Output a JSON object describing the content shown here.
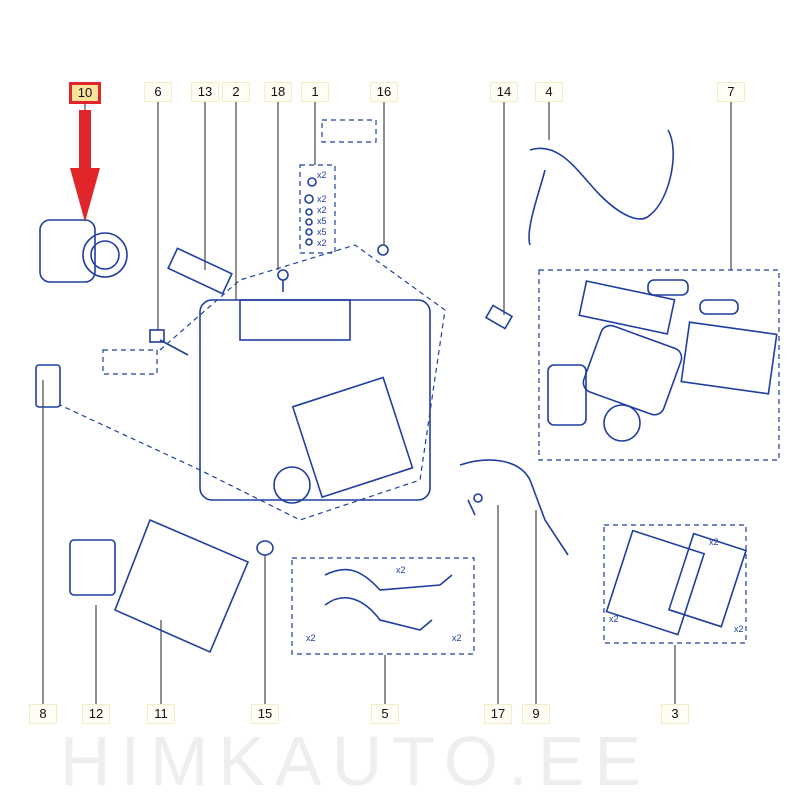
{
  "watermark": "HIMKAUTO.EE",
  "highlight_color": "#e0262b",
  "line_color": "#1f3fa0",
  "callouts_top": [
    "10",
    "6",
    "13",
    "2",
    "18",
    "1",
    "16",
    "14",
    "4",
    "7"
  ],
  "callouts_bottom": [
    "8",
    "12",
    "11",
    "15",
    "5",
    "17",
    "9",
    "3"
  ],
  "highlighted_part": "10",
  "kit_1_quantities": [
    "x2",
    "x2",
    "x2",
    "x5",
    "x5",
    "x2"
  ],
  "kit_5_quantities": [
    "x2",
    "x2",
    "x2"
  ],
  "kit_3_quantities": [
    "x2",
    "x2",
    "x2"
  ]
}
